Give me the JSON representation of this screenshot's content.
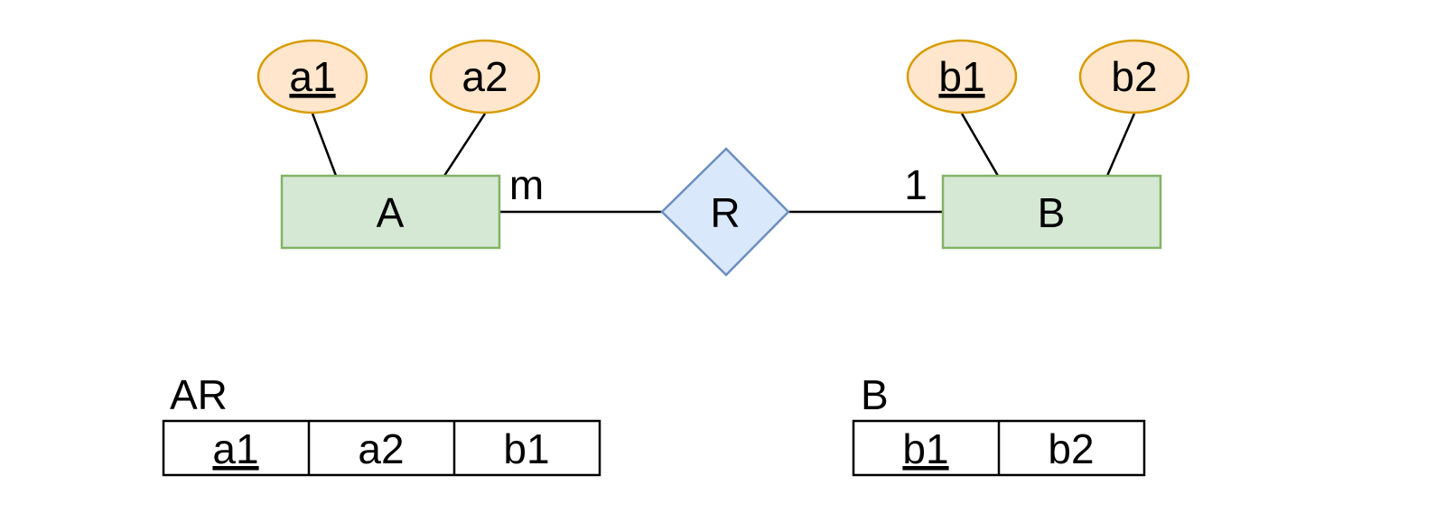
{
  "diagram": {
    "entities": [
      {
        "label": "A",
        "fill": "#d5e8d4",
        "stroke": "#82b366"
      },
      {
        "label": "B",
        "fill": "#d5e8d4",
        "stroke": "#82b366"
      }
    ],
    "relationship": {
      "label": "R",
      "fill": "#dae8fc",
      "stroke": "#6c8ebf"
    },
    "attributes": [
      {
        "label": "a1",
        "key": true,
        "fill": "#ffe6cc",
        "stroke": "#d79b00"
      },
      {
        "label": "a2",
        "key": false,
        "fill": "#ffe6cc",
        "stroke": "#d79b00"
      },
      {
        "label": "b1",
        "key": true,
        "fill": "#ffe6cc",
        "stroke": "#d79b00"
      },
      {
        "label": "b2",
        "key": false,
        "fill": "#ffe6cc",
        "stroke": "#d79b00"
      }
    ],
    "cardinality": {
      "left": "m",
      "right": "1"
    }
  },
  "tables": [
    {
      "title": "AR",
      "columns": [
        {
          "label": "a1",
          "key": true
        },
        {
          "label": "a2",
          "key": false
        },
        {
          "label": "b1",
          "key": false
        }
      ]
    },
    {
      "title": "B",
      "columns": [
        {
          "label": "b1",
          "key": true
        },
        {
          "label": "b2",
          "key": false
        }
      ]
    }
  ]
}
